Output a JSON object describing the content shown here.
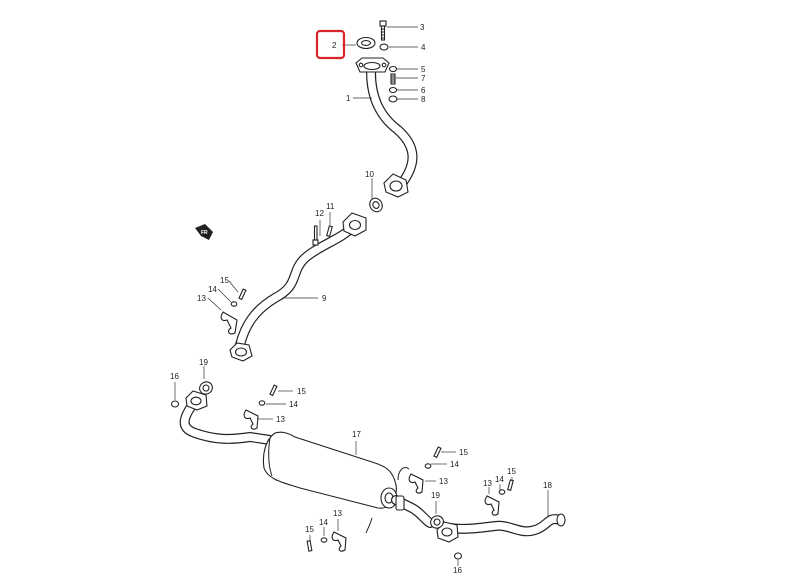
{
  "diagram": {
    "highlight_color": "#d9252a",
    "highlighted_part": "2",
    "direction_arrow_label": "FR",
    "labels": [
      {
        "id": "3",
        "text": "3"
      },
      {
        "id": "2",
        "text": "2"
      },
      {
        "id": "4",
        "text": "4"
      },
      {
        "id": "5",
        "text": "5"
      },
      {
        "id": "7",
        "text": "7"
      },
      {
        "id": "6",
        "text": "6"
      },
      {
        "id": "8",
        "text": "8"
      },
      {
        "id": "1",
        "text": "1"
      },
      {
        "id": "10",
        "text": "10"
      },
      {
        "id": "12",
        "text": "12"
      },
      {
        "id": "11",
        "text": "11"
      },
      {
        "id": "9",
        "text": "9"
      },
      {
        "id": "15a",
        "text": "15"
      },
      {
        "id": "14a",
        "text": "14"
      },
      {
        "id": "13a",
        "text": "13"
      },
      {
        "id": "19a",
        "text": "19"
      },
      {
        "id": "16a",
        "text": "16"
      },
      {
        "id": "15b",
        "text": "15"
      },
      {
        "id": "14b",
        "text": "14"
      },
      {
        "id": "13b",
        "text": "13"
      },
      {
        "id": "17",
        "text": "17"
      },
      {
        "id": "15c",
        "text": "15"
      },
      {
        "id": "14c",
        "text": "14"
      },
      {
        "id": "13c",
        "text": "13"
      },
      {
        "id": "19b",
        "text": "19"
      },
      {
        "id": "13d",
        "text": "13"
      },
      {
        "id": "14d",
        "text": "14"
      },
      {
        "id": "15d",
        "text": "15"
      },
      {
        "id": "18",
        "text": "18"
      },
      {
        "id": "15e",
        "text": "15"
      },
      {
        "id": "14e",
        "text": "14"
      },
      {
        "id": "13e",
        "text": "13"
      },
      {
        "id": "16b",
        "text": "16"
      }
    ]
  }
}
